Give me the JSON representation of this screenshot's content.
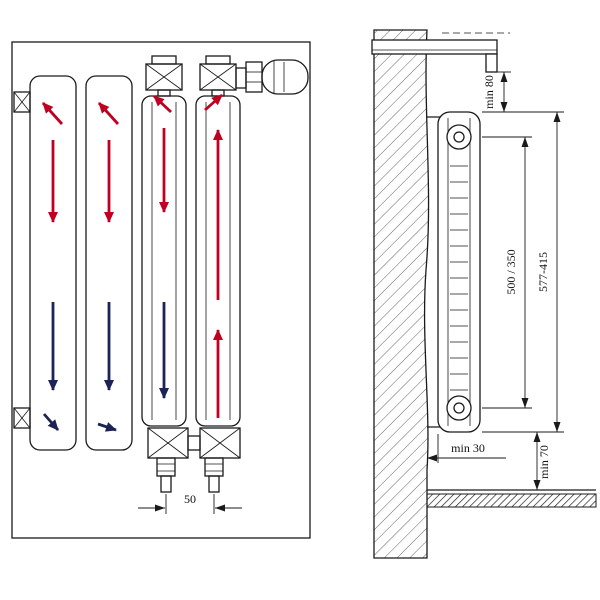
{
  "colors": {
    "line": "#1a1a1a",
    "hot_flow": "#c00021",
    "cold_flow": "#1b2357"
  },
  "front_view": {
    "pipe_spacing_label": "50"
  },
  "side_view": {
    "top_clearance_label": "min 80",
    "axis_height_label": "500 / 350",
    "overall_height_label": "577-415",
    "wall_clearance_label": "min 30",
    "floor_clearance_label": "min 70"
  }
}
